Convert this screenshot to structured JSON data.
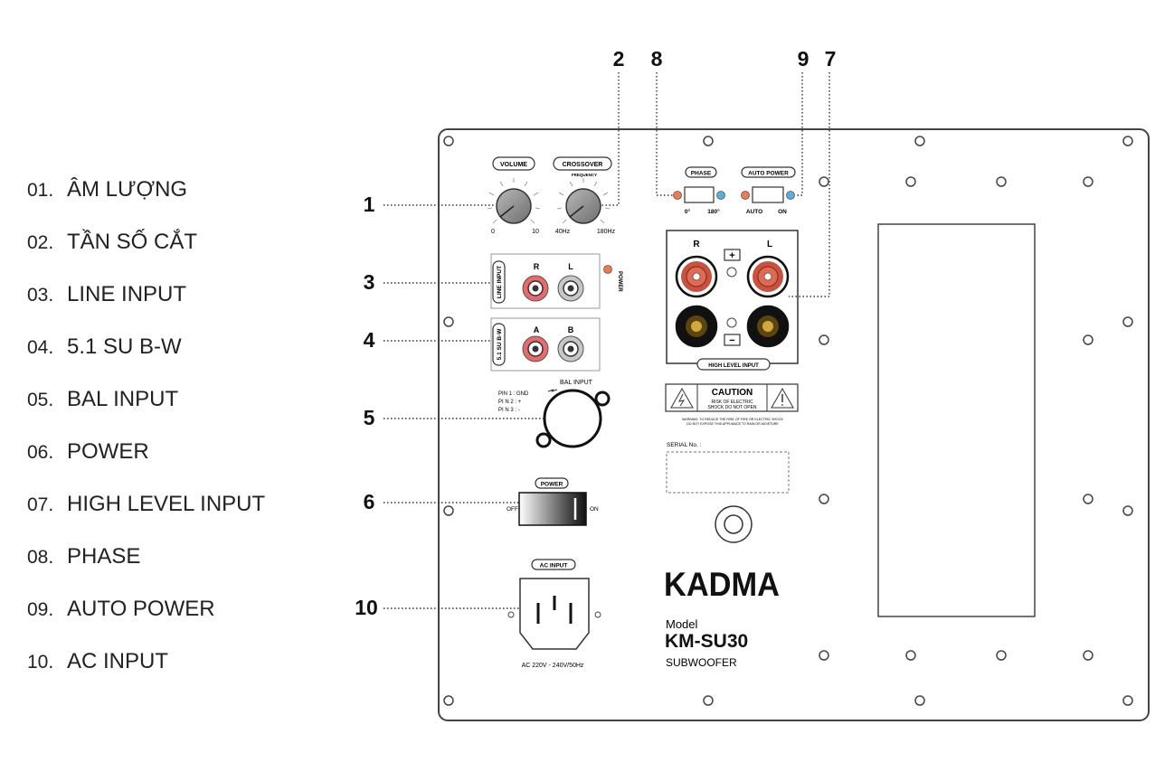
{
  "legend": [
    {
      "num": "01.",
      "label": "ÂM LƯỢNG"
    },
    {
      "num": "02.",
      "label": "TẦN SỐ CẮT"
    },
    {
      "num": "03.",
      "label": "LINE INPUT"
    },
    {
      "num": "04.",
      "label": "5.1 SU B-W"
    },
    {
      "num": "05.",
      "label": "BAL INPUT"
    },
    {
      "num": "06.",
      "label": "POWER"
    },
    {
      "num": "07.",
      "label": "HIGH LEVEL INPUT"
    },
    {
      "num": "08.",
      "label": "PHASE"
    },
    {
      "num": "09.",
      "label": "AUTO POWER"
    },
    {
      "num": "10.",
      "label": "AC INPUT"
    }
  ],
  "callouts": {
    "c1": "1",
    "c2": "2",
    "c3": "3",
    "c4": "4",
    "c5": "5",
    "c6": "6",
    "c7": "7",
    "c8": "8",
    "c9": "9",
    "c10": "10"
  },
  "panel": {
    "volume": {
      "label": "VOLUME",
      "min": "0",
      "max": "10"
    },
    "crossover": {
      "label": "CROSSOVER",
      "sub": "FREQUENCY",
      "min": "40Hz",
      "max": "180Hz"
    },
    "line_input": {
      "label": "LINE INPUT",
      "r": "R",
      "l": "L"
    },
    "power_led": "POWER",
    "sub_input": {
      "label": "5.1 SU B-W",
      "a": "A",
      "b": "B"
    },
    "bal_input": {
      "label": "BAL INPUT",
      "pin1": "PIN 1 : GND",
      "pin2": "PI N 2 : +",
      "pin3": "PI N 3 : -"
    },
    "power_switch": {
      "label": "POWER",
      "off": "OFF",
      "on": "ON"
    },
    "ac_input": {
      "label": "AC INPUT",
      "rating": "AC 220V - 240V/50Hz"
    },
    "phase": {
      "label": "PHASE",
      "deg0": "0°",
      "deg180": "180°"
    },
    "auto_power": {
      "label": "AUTO POWER",
      "auto": "AUTO",
      "on": "ON"
    },
    "high_level": {
      "label": "HIGH LEVEL INPUT",
      "r": "R",
      "l": "L",
      "plus": "+",
      "minus": "−"
    },
    "caution": {
      "title": "CAUTION",
      "line1": "RISK OF ELECTRIC",
      "line2": "SHOCK DO NOT OPEN",
      "warn1": "WARNING: TO REDUCE THE RISK OF FIRE OR ELECTRIC SHOCK",
      "warn2": "DO NOT EXPOSE THIS APPLIANCE TO RAIN OR MOISTURE"
    },
    "serial": "SERIAL No. :",
    "brand": "KADMA",
    "model_label": "Model",
    "model": "KM-SU30",
    "type": "SUBWOOFER"
  }
}
